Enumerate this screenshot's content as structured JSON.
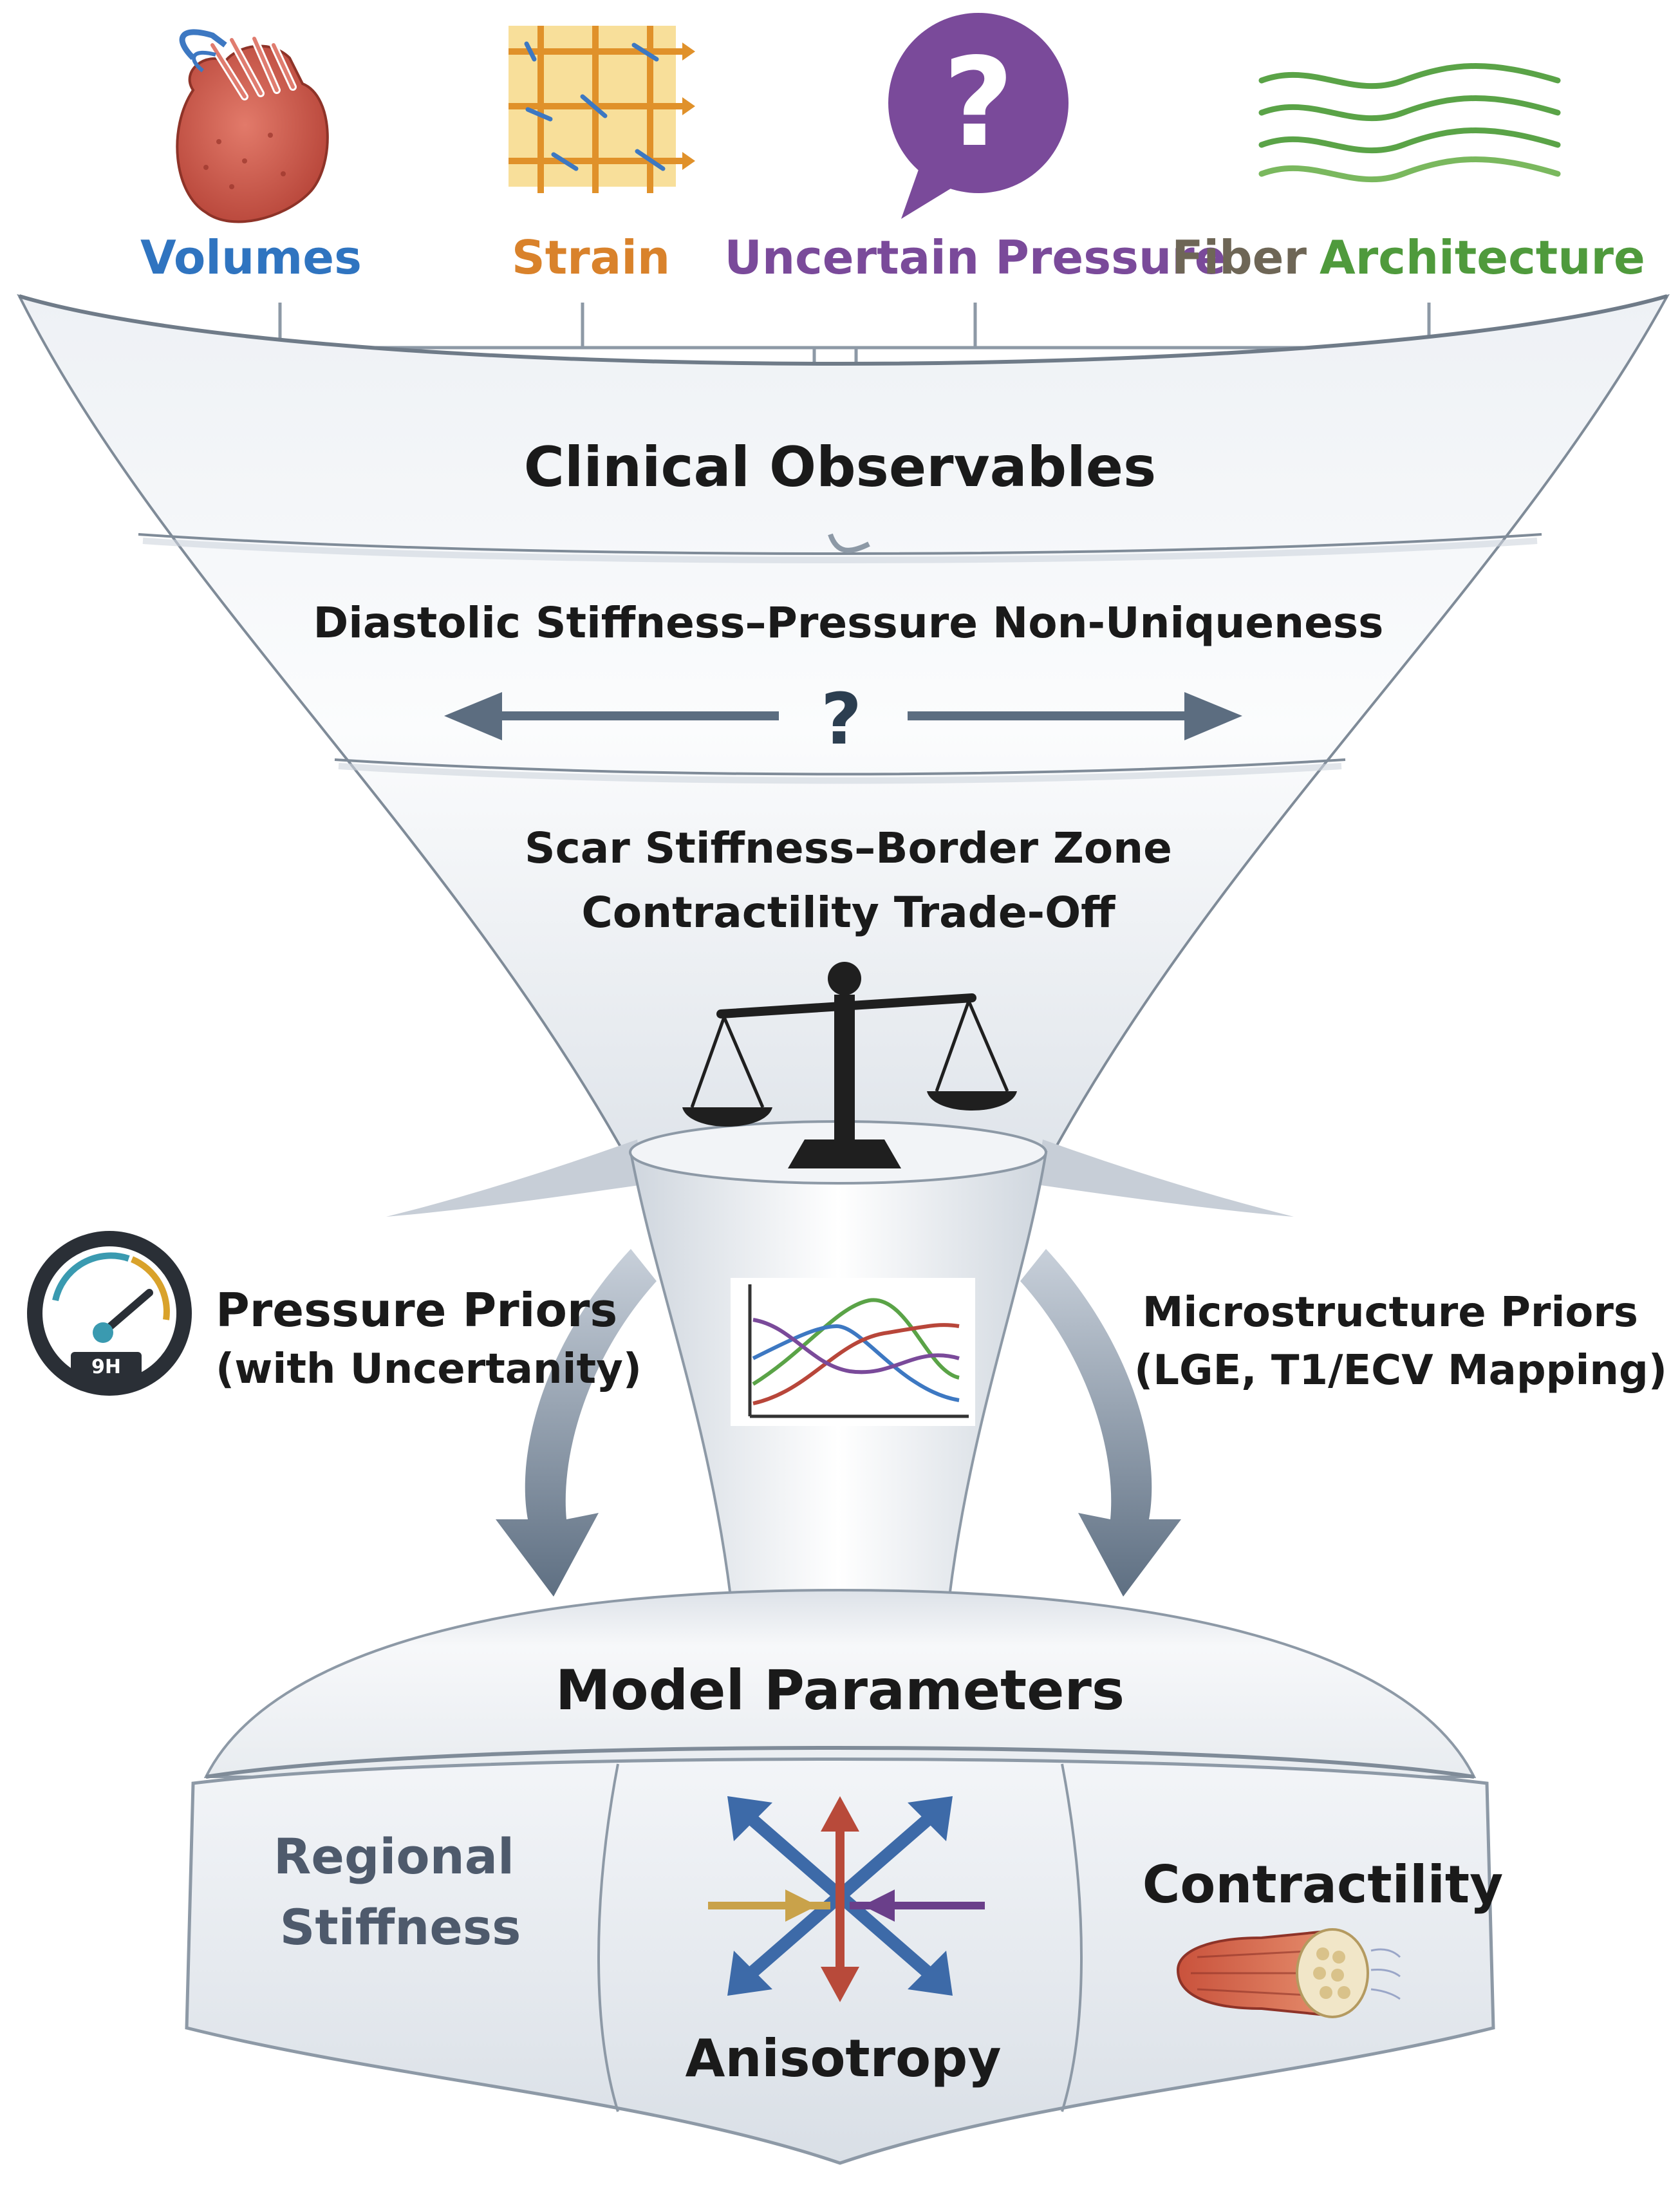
{
  "inputs": {
    "volumes": {
      "label": "Volumes",
      "color": "#2f74c0"
    },
    "strain": {
      "label": "Strain",
      "color": "#d9822b"
    },
    "pressure": {
      "label": "Uncertain Pressure",
      "color": "#7a4a9a",
      "symbol": "?"
    },
    "fiber": {
      "label_a": "Fiber",
      "label_b": "Architecture",
      "color_a": "#6e6656",
      "color_b": "#4f9a3c"
    }
  },
  "funnel": {
    "clinical": "Clinical Observables",
    "diastolic": "Diastolic Stiffness–Pressure Non-Uniqueness",
    "diastolic_symbol": "?",
    "scar_line1": "Scar Stiffness–Border Zone",
    "scar_line2": "Contractility Trade-Off"
  },
  "priors": {
    "pressure_line1": "Pressure Priors",
    "pressure_line2": "(with Uncertanity)",
    "gauge_text": "9H",
    "micro_line1": "Microstructure Priors",
    "micro_line2": "(LGE, T1/ECV Mapping)"
  },
  "model": {
    "title": "Model Parameters",
    "regional_line1": "Regional",
    "regional_line2": "Stiffness",
    "anisotropy": "Anisotropy",
    "contractility": "Contractility"
  },
  "icons": [
    "heart-icon",
    "strain-grid-icon",
    "question-bubble-icon",
    "fiber-wave-icon",
    "balance-scale-icon",
    "gauge-icon",
    "curves-chart-icon",
    "anisotropy-arrows-icon",
    "muscle-fiber-icon"
  ]
}
